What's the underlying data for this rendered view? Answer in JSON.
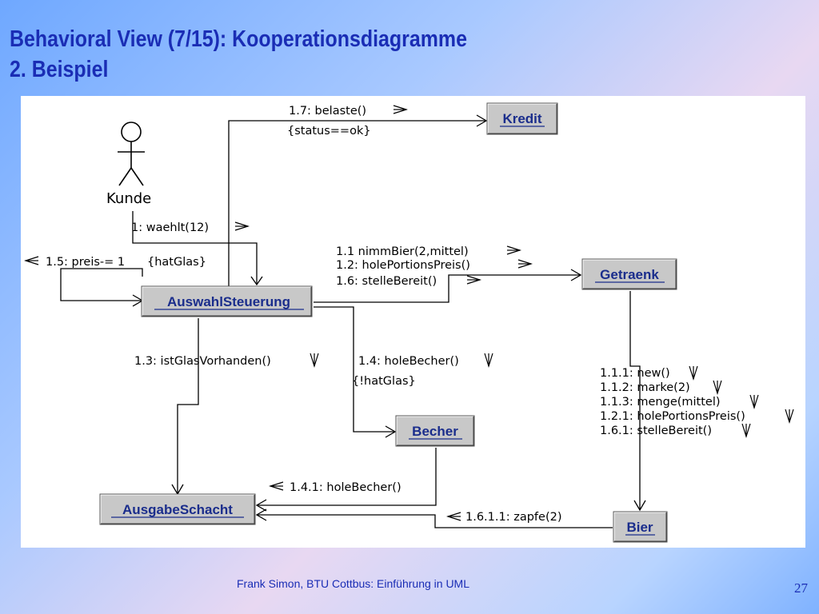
{
  "slide": {
    "title_line1": "Behavioral View (7/15): Kooperationsdiagramme",
    "title_line2": "2. Beispiel",
    "footer": "Frank Simon, BTU Cottbus: Einführung in UML",
    "page_number": "27"
  },
  "diagram": {
    "actor": {
      "name": "Kunde"
    },
    "objects": {
      "kredit": "Kredit",
      "auswahl": "AuswahlSteuerung",
      "getraenk": "Getraenk",
      "becher": "Becher",
      "ausgabe": "AusgabeSchacht",
      "bier": "Bier"
    },
    "messages": {
      "m1": "1: waehlt(12)",
      "m1_7": "1.7: belaste()",
      "m1_7_guard": "{status==ok}",
      "m1_5": "1.5: preis-= 1",
      "m1_5_guard": "{hatGlas}",
      "m1_1": "1.1 nimmBier(2,mittel)",
      "m1_2": "1.2: holePortionsPreis()",
      "m1_6": "1.6: stelleBereit()",
      "m1_3": "1.3: istGlasVorhanden()",
      "m1_4": "1.4: holeBecher()",
      "m1_4_guard": "{!hatGlas}",
      "m1_1_1": "1.1.1: new()",
      "m1_1_2": "1.1.2: marke(2)",
      "m1_1_3": "1.1.3: menge(mittel)",
      "m1_2_1": "1.2.1: holePortionsPreis()",
      "m1_6_1": "1.6.1: stelleBereit()",
      "m1_4_1": "1.4.1: holeBecher()",
      "m1_6_1_1": "1.6.1.1: zapfe(2)"
    }
  }
}
